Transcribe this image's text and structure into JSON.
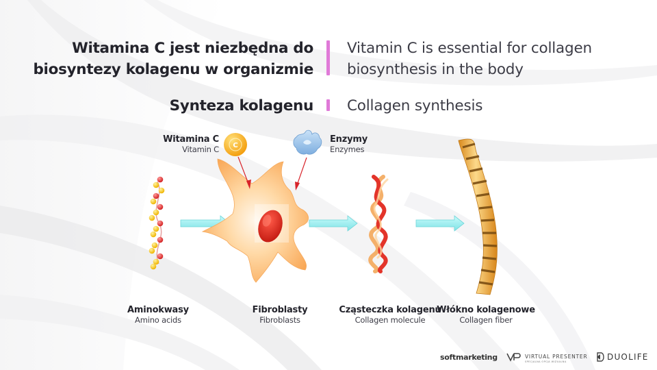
{
  "header": {
    "title_pl_line1": "Witamina C jest niezbędna do",
    "title_pl_line2": "biosyntezy kolagenu w organizmie",
    "title_en_line1": "Vitamin C is essential for collagen",
    "title_en_line2": "biosynthesis in the body",
    "subtitle_pl": "Synteza kolagenu",
    "subtitle_en": "Collagen synthesis"
  },
  "diagram": {
    "vitamin_c": {
      "label_pl": "Witamina C",
      "label_en": "Vitamin C",
      "badge": "C"
    },
    "enzymes": {
      "label_pl": "Enzymy",
      "label_en": "Enzymes"
    },
    "amino_acids": {
      "label_pl": "Aminokwasy",
      "label_en": "Amino acids"
    },
    "fibroblasts": {
      "label_pl": "Fibroblasty",
      "label_en": "Fibroblasts"
    },
    "collagen_molecule": {
      "label_pl": "Cząsteczka kolagenu",
      "label_en": "Collagen molecule"
    },
    "collagen_fiber": {
      "label_pl": "Włókno kolagenowe",
      "label_en": "Collagen fiber"
    }
  },
  "footer": {
    "logo_softmarketing": "softmarketing",
    "logo_virtual_presenter": "VIRTUAL PRESENTER",
    "logo_virtual_presenter_sub": "SPECJALNA OPCJA WIZUALNA",
    "logo_duolife": "DUOLIFE"
  },
  "colors": {
    "accent_bar": "#e07ad8",
    "arrow_fill": "#9ff0f2",
    "cell_fill": "#ffc883",
    "nucleus": "#e0281e",
    "vitamin_c": "#f7b519",
    "enzyme": "#9ec5ea",
    "fiber": "#f5b84e"
  }
}
